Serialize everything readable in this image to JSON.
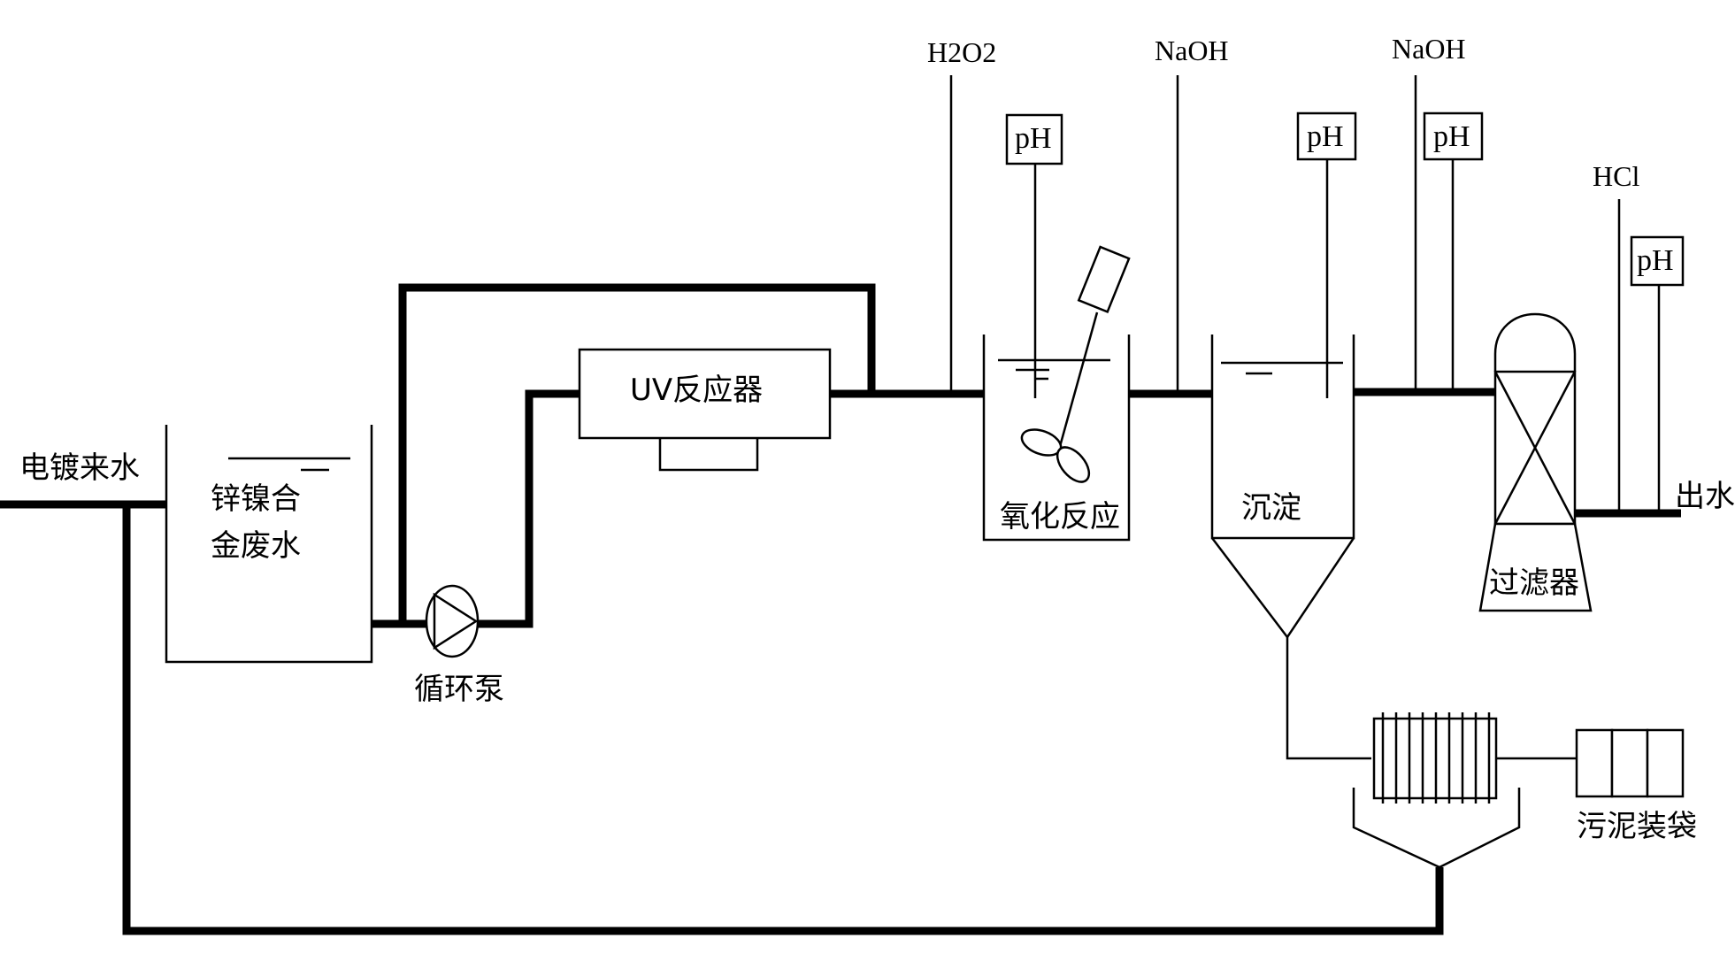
{
  "labels": {
    "inflow": "电镀来水",
    "tank_line1": "锌镍合",
    "tank_line2": "金废水",
    "pump": "循环泵",
    "uv_reactor": "UV反应器",
    "oxidation": "氧化反应",
    "sedimentation": "沉淀",
    "filter": "过滤器",
    "sludge_bag": "污泥装袋",
    "outflow": "出水"
  },
  "reagents": {
    "h2o2": "H2O2",
    "naoh_1": "NaOH",
    "naoh_2": "NaOH",
    "hcl": "HCl"
  },
  "sensors": {
    "ph_oxidation": "pH",
    "ph_sedimentation": "pH",
    "ph_pre_filter": "pH",
    "ph_outlet": "pH"
  }
}
